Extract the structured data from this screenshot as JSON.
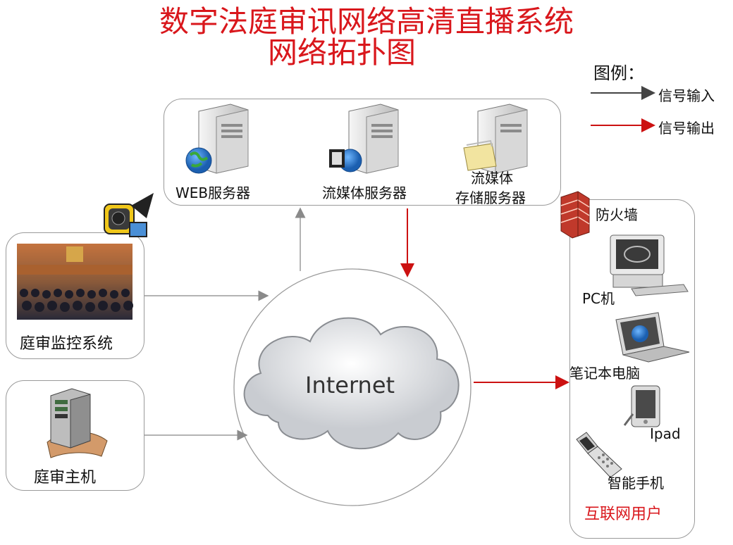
{
  "title": {
    "line1": "数字法庭审讯网络高清直播系统",
    "line2": "网络拓扑图"
  },
  "legend": {
    "title": "图例：",
    "input": "信号输入",
    "output": "信号输出"
  },
  "servers": {
    "web": "WEB服务器",
    "streaming": "流媒体服务器",
    "storage_line1": "流媒体",
    "storage_line2": "存储服务器"
  },
  "sources": {
    "monitor": "庭审监控系统",
    "host": "庭审主机"
  },
  "cloud": {
    "label": "Internet"
  },
  "users": {
    "firewall": "防火墙",
    "pc": "PC机",
    "laptop": "笔记本电脑",
    "ipad": "Ipad",
    "phone": "智能手机",
    "group": "互联网用户"
  },
  "colors": {
    "title": "#d9171c",
    "input_arrow": "#555555",
    "output_arrow": "#cc1111"
  }
}
